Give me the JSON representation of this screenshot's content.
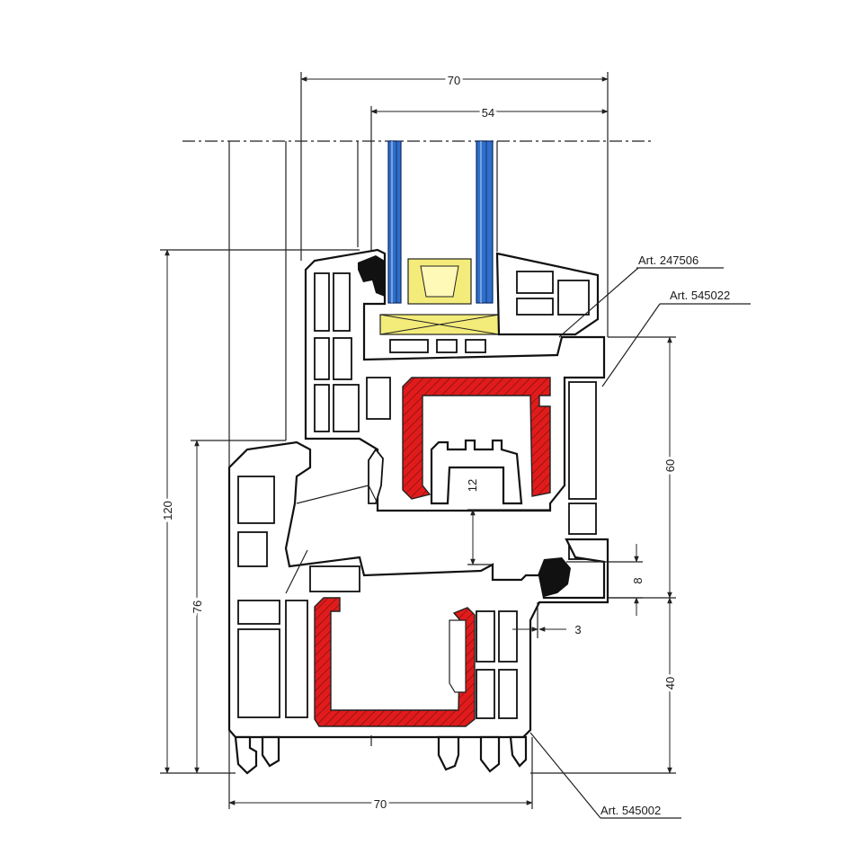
{
  "drawing": {
    "dims": {
      "top_outer": "70",
      "top_glass": "54",
      "left_total": "120",
      "left_frame": "76",
      "right_sash": "60",
      "right_frame": "40",
      "inner_12": "12",
      "small_8": "8",
      "small_3": "3",
      "bottom_width": "70"
    },
    "labels": {
      "art_gasket": "Art. 247506",
      "art_sash": "Art. 545022",
      "art_frame": "Art. 545002"
    },
    "colors": {
      "glass": "#2f6fc9",
      "steel": "#e11b1b",
      "gasket": "#111111",
      "block": "#f4ec7a"
    }
  }
}
